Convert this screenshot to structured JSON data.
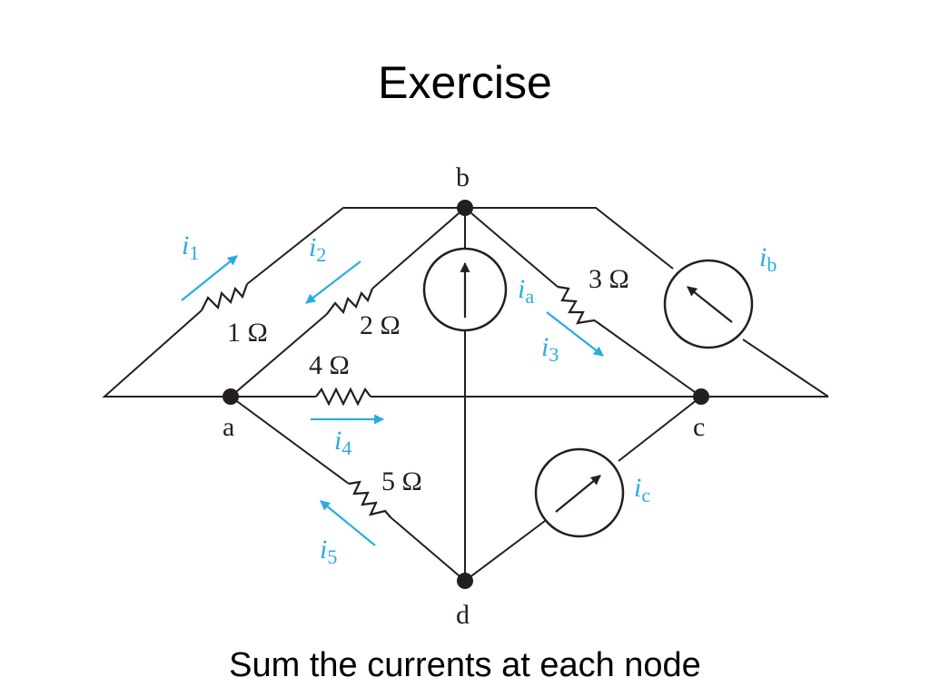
{
  "slide": {
    "title": "Exercise",
    "caption": "Sum the currents at each node"
  },
  "nodes": {
    "a": "a",
    "b": "b",
    "c": "c",
    "d": "d"
  },
  "resistors": {
    "r1": "1 Ω",
    "r2": "2 Ω",
    "r3": "3 Ω",
    "r4": "4 Ω",
    "r5": "5 Ω"
  },
  "currents": {
    "i1": {
      "main": "i",
      "sub": "1"
    },
    "i2": {
      "main": "i",
      "sub": "2"
    },
    "i3": {
      "main": "i",
      "sub": "3"
    },
    "i4": {
      "main": "i",
      "sub": "4"
    },
    "i5": {
      "main": "i",
      "sub": "5"
    },
    "ia": {
      "main": "i",
      "sub": "a"
    },
    "ib": {
      "main": "i",
      "sub": "b"
    },
    "ic": {
      "main": "i",
      "sub": "c"
    }
  },
  "colors": {
    "wire": "#231f20",
    "current_arrow": "#29abe2"
  }
}
